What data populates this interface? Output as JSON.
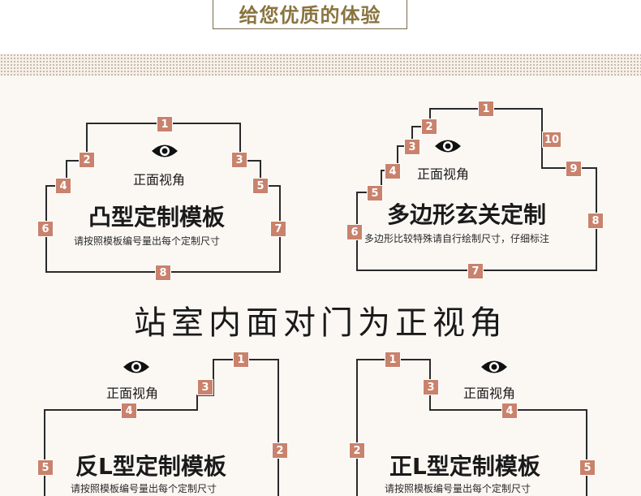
{
  "banner": {
    "text": "给您优质的体验"
  },
  "center_title": "站室内面对门为正视角",
  "view_label": "正面视角",
  "eye_icon": "eye-icon",
  "badge_color": "#c9826c",
  "panels": {
    "tu": {
      "title": "凸型定制模板",
      "subtitle": "请按照模板编号量出每个定制尺寸",
      "numbers": [
        "1",
        "2",
        "3",
        "4",
        "5",
        "6",
        "7",
        "8"
      ]
    },
    "duobian": {
      "title": "多边形玄关定制",
      "subtitle": "多边形比较特殊请自行绘制尺寸，仔细标注",
      "numbers": [
        "1",
        "2",
        "3",
        "4",
        "5",
        "6",
        "7",
        "8",
        "9",
        "10"
      ]
    },
    "fanL": {
      "title": "反L型定制模板",
      "subtitle": "请按照模板编号量出每个定制尺寸",
      "numbers": [
        "1",
        "2",
        "3",
        "4",
        "5"
      ]
    },
    "zhengL": {
      "title": "正L型定制模板",
      "subtitle": "请按照模板编号量出每个定制尺寸",
      "numbers": [
        "1",
        "2",
        "3",
        "4",
        "5"
      ]
    }
  }
}
